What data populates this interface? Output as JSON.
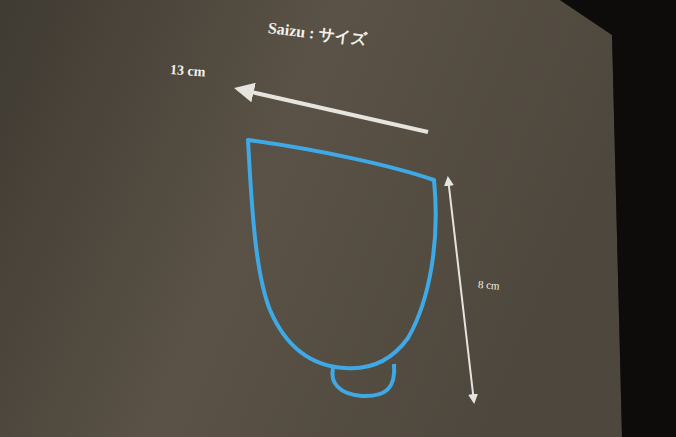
{
  "diagram": {
    "title": "Saizu : サイズ",
    "labels": [
      "13 cm",
      "8 cm"
    ]
  }
}
